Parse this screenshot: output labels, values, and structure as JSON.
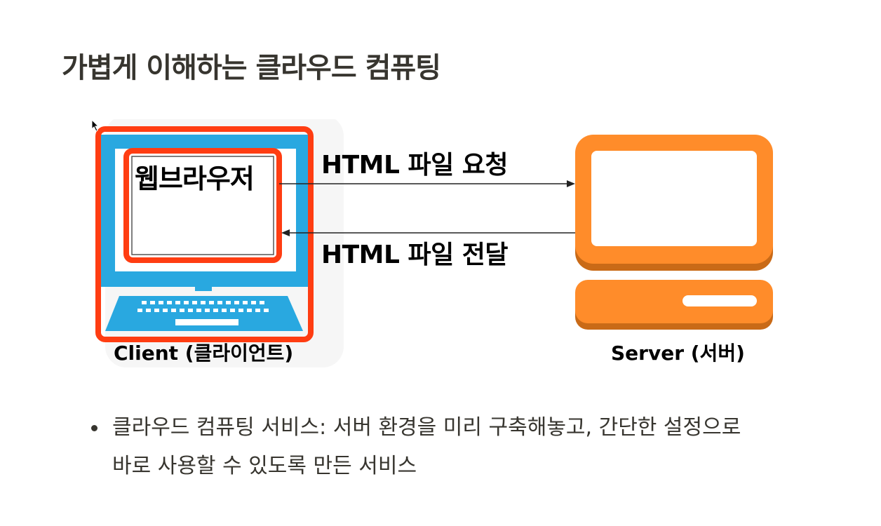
{
  "page": {
    "title": "가볍게 이해하는 클라우드 컴퓨팅"
  },
  "diagram": {
    "browser_label": "웹브라우저",
    "request_label": "HTML 파일 요청",
    "response_label": "HTML 파일 전달",
    "client_caption": "Client (클라이언트)",
    "server_caption": "Server (서버)",
    "colors": {
      "client_blue": "#29a8e0",
      "highlight_red": "#ff3d12",
      "server_orange": "#ff8c2a",
      "server_dark_orange": "#c96a17",
      "arrow": "#222222"
    },
    "icons": [
      "computer-monitor-icon",
      "keyboard-icon",
      "server-icon",
      "cursor-icon"
    ]
  },
  "bullets": [
    {
      "line1": "클라우드 컴퓨팅 서비스: 서버 환경을 미리 구축해놓고, 간단한 설정으로",
      "line2": "바로 사용할 수 있도록 만든 서비스"
    }
  ]
}
